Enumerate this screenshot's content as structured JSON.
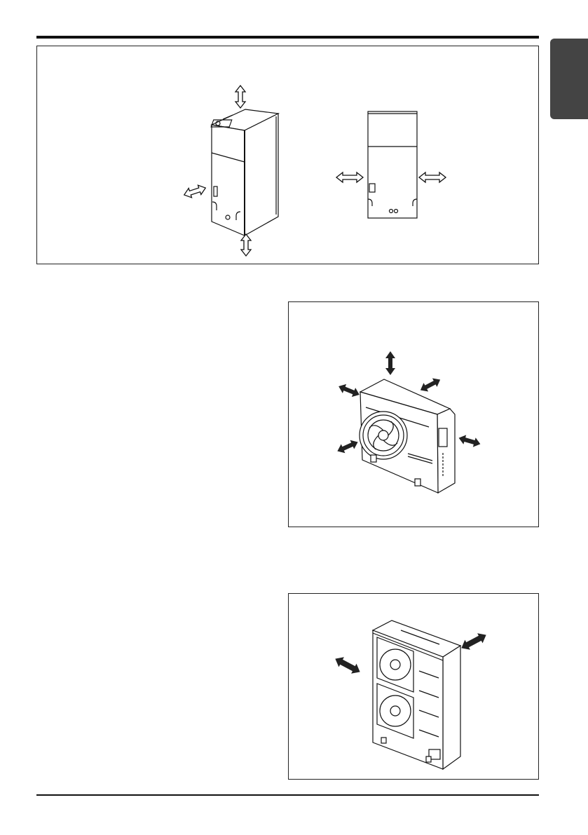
{
  "colors": {
    "rule": "#111111",
    "side_tab": "#444444",
    "line": "#111111",
    "outline_arrow_fill": "#ffffff",
    "solid_arrow_fill": "#222222"
  },
  "figures": [
    {
      "name": "indoor-unit-clearance",
      "views": [
        "perspective",
        "front"
      ],
      "arrow_style": "outline"
    },
    {
      "name": "outdoor-unit-single-fan-clearance",
      "arrow_style": "solid"
    },
    {
      "name": "outdoor-unit-dual-fan-clearance",
      "arrow_style": "solid"
    }
  ]
}
